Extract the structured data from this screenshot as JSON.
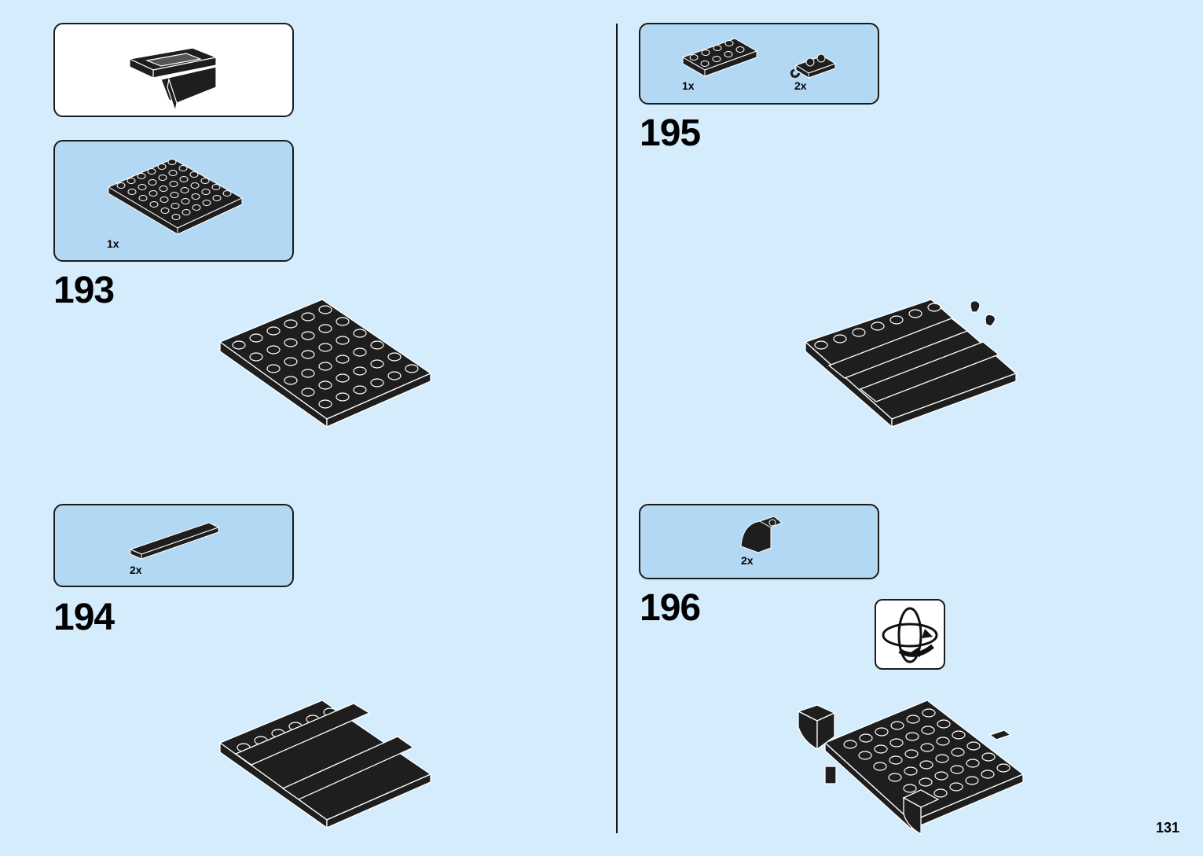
{
  "page": {
    "number": "131"
  },
  "steps": [
    {
      "number": "193",
      "parts": [
        {
          "qty": "1x",
          "part": "6x6 plate"
        }
      ]
    },
    {
      "number": "194",
      "parts": [
        {
          "qty": "2x",
          "part": "1x6 tile"
        }
      ]
    },
    {
      "number": "195",
      "parts": [
        {
          "qty": "1x",
          "part": "2x4 plate"
        },
        {
          "qty": "2x",
          "part": "1x2 plate with clip"
        }
      ]
    },
    {
      "number": "196",
      "parts": [
        {
          "qty": "2x",
          "part": "curved slope"
        }
      ]
    }
  ],
  "colors": {
    "background": "#d4ecfb",
    "parts_box": "#b3d8f4",
    "brick": "#1e1e1e",
    "outline": "#ffffff"
  },
  "icons": {
    "rotate": "rotate-model-icon"
  }
}
